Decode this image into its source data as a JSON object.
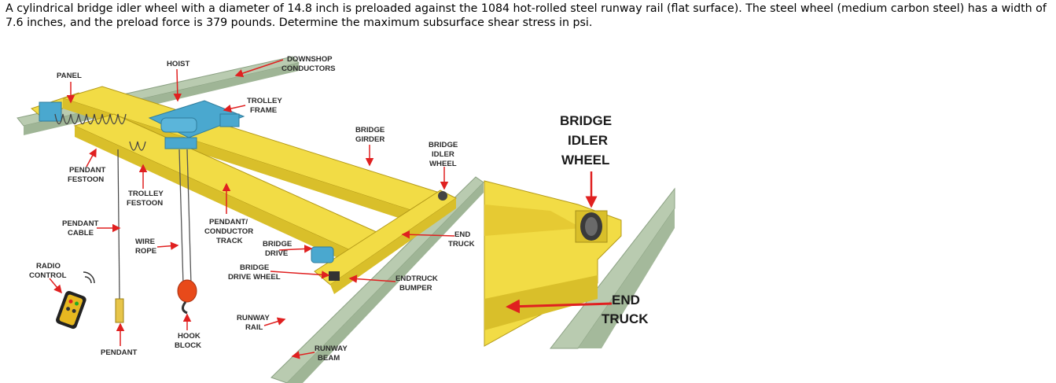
{
  "problem_text": "A cylindrical bridge idler wheel with a diameter of 14.8 inch is preloaded against the 1084 hot-rolled steel runway rail (flat surface). The steel wheel (medium carbon steel) has a width of 7.6 inches, and the preload force is 379 pounds. Determine the maximum subsurface shear stress in psi.",
  "labels": {
    "hoist": "HOIST",
    "downshop_1": "DOWNSHOP",
    "downshop_2": "CONDUCTORS",
    "panel": "PANEL",
    "trolley_frame_1": "TROLLEY",
    "trolley_frame_2": "FRAME",
    "bridge_girder_1": "BRIDGE",
    "bridge_girder_2": "GIRDER",
    "idler_1": "BRIDGE",
    "idler_2": "IDLER",
    "idler_3": "WHEEL",
    "pendant_festoon_1": "PENDANT",
    "pendant_festoon_2": "FESTOON",
    "trolley_festoon_1": "TROLLEY",
    "trolley_festoon_2": "FESTOON",
    "pendant_cable_1": "PENDANT",
    "pendant_cable_2": "CABLE",
    "wire_rope_1": "WIRE",
    "wire_rope_2": "ROPE",
    "conductor_1": "PENDANT/",
    "conductor_2": "CONDUCTOR",
    "conductor_3": "TRACK",
    "bridge_drive_1": "BRIDGE",
    "bridge_drive_2": "DRIVE",
    "end_truck_1": "END",
    "end_truck_2": "TRUCK",
    "radio_1": "RADIO",
    "radio_2": "CONTROL",
    "drive_wheel_1": "BRIDGE",
    "drive_wheel_2": "DRIVE WHEEL",
    "bumper_1": "ENDTRUCK",
    "bumper_2": "BUMPER",
    "runway_rail_1": "RUNWAY",
    "runway_rail_2": "RAIL",
    "hook_1": "HOOK",
    "hook_2": "BLOCK",
    "runway_beam_1": "RUNWAY",
    "runway_beam_2": "BEAM",
    "pendant": "PENDANT"
  },
  "detail_labels": {
    "idler_1": "BRIDGE",
    "idler_2": "IDLER",
    "idler_3": "WHEEL",
    "end_1": "END",
    "end_2": "TRUCK"
  },
  "colors": {
    "yellow": "#f2dc45",
    "yellow_dark": "#c9ad1e",
    "rail_green": "#b9cbb0",
    "hoist_blue": "#4aa8cf",
    "arrow_red": "#e02020"
  }
}
